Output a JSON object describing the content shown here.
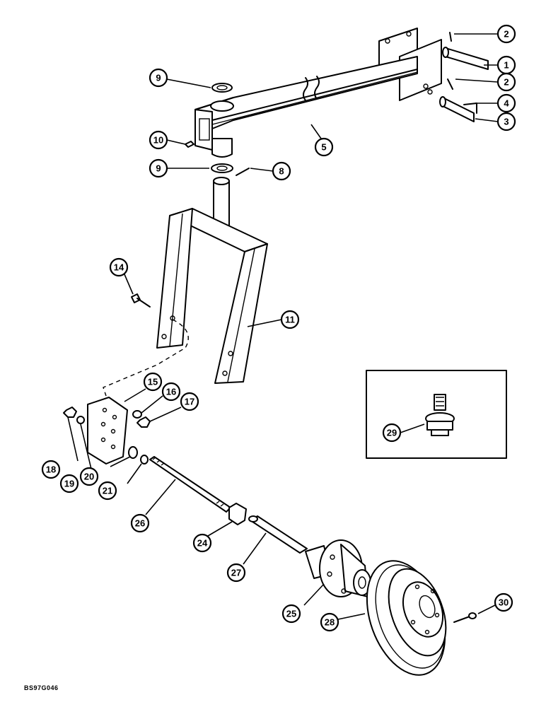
{
  "diagram_code": "BS97G046",
  "callouts": [
    {
      "id": "c1",
      "label": "1"
    },
    {
      "id": "c2a",
      "label": "2"
    },
    {
      "id": "c2b",
      "label": "2"
    },
    {
      "id": "c3",
      "label": "3"
    },
    {
      "id": "c4",
      "label": "4"
    },
    {
      "id": "c5",
      "label": "5"
    },
    {
      "id": "c8",
      "label": "8"
    },
    {
      "id": "c9a",
      "label": "9"
    },
    {
      "id": "c9b",
      "label": "9"
    },
    {
      "id": "c10",
      "label": "10"
    },
    {
      "id": "c11",
      "label": "11"
    },
    {
      "id": "c14",
      "label": "14"
    },
    {
      "id": "c15",
      "label": "15"
    },
    {
      "id": "c16",
      "label": "16"
    },
    {
      "id": "c17",
      "label": "17"
    },
    {
      "id": "c18",
      "label": "18"
    },
    {
      "id": "c19",
      "label": "19"
    },
    {
      "id": "c20",
      "label": "20"
    },
    {
      "id": "c21",
      "label": "21"
    },
    {
      "id": "c24",
      "label": "24"
    },
    {
      "id": "c25",
      "label": "25"
    },
    {
      "id": "c26",
      "label": "26"
    },
    {
      "id": "c27",
      "label": "27"
    },
    {
      "id": "c28",
      "label": "28"
    },
    {
      "id": "c29",
      "label": "29"
    },
    {
      "id": "c30",
      "label": "30"
    }
  ]
}
